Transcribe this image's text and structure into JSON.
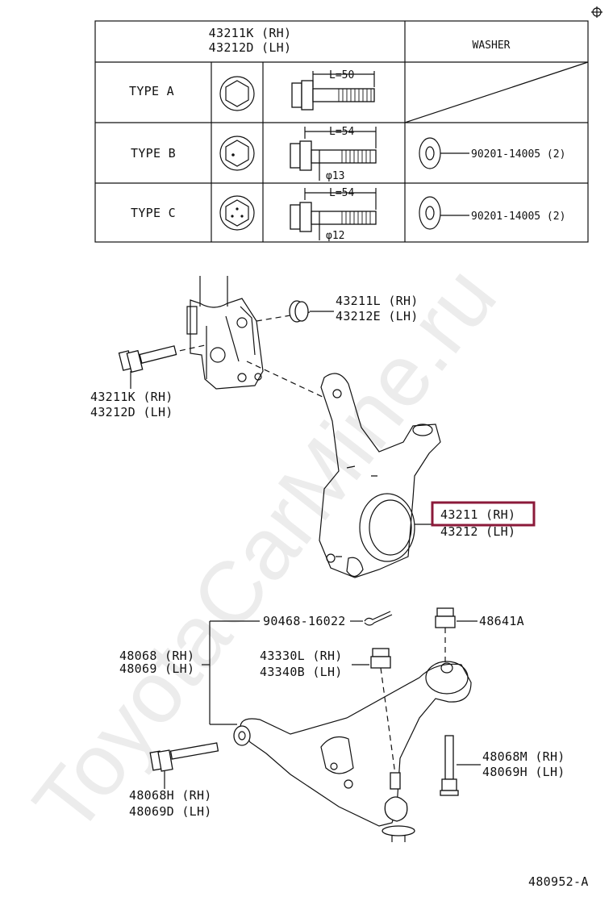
{
  "watermark": "ToyotaCarMine.ru",
  "table": {
    "header_bolt_rh": "43211K (RH)",
    "header_bolt_lh": "43212D (LH)",
    "header_washer": "WASHER",
    "rows": [
      {
        "type": "TYPE  A",
        "length": "L=50",
        "diameter": "",
        "washer": ""
      },
      {
        "type": "TYPE  B",
        "length": "L=54",
        "diameter": "φ13",
        "washer": "90201-14005 (2)"
      },
      {
        "type": "TYPE  C",
        "length": "L=54",
        "diameter": "φ12",
        "washer": "90201-14005 (2)"
      }
    ]
  },
  "callouts": {
    "nut_rh": "43211L (RH)",
    "nut_lh": "43212E (LH)",
    "bolt_rh": "43211K (RH)",
    "bolt_lh": "43212D (LH)",
    "knuckle_rh": "43211 (RH)",
    "knuckle_lh": "43212 (LH)",
    "cotter_pin": "90468-16022",
    "arm_rh": "48068 (RH)",
    "arm_lh": "48069 (LH)",
    "ball_joint_nut_rh": "43330L (RH)",
    "ball_joint_nut_lh": "43340B (LH)",
    "arm_nut": "48641A",
    "rear_bolt_rh": "48068M (RH)",
    "rear_bolt_lh": "48069H (LH)",
    "front_bolt_rh": "48068H (RH)",
    "front_bolt_lh": "48069D (LH)"
  },
  "highlight_color": "#8b1a3a",
  "figure_code": "480952-A"
}
